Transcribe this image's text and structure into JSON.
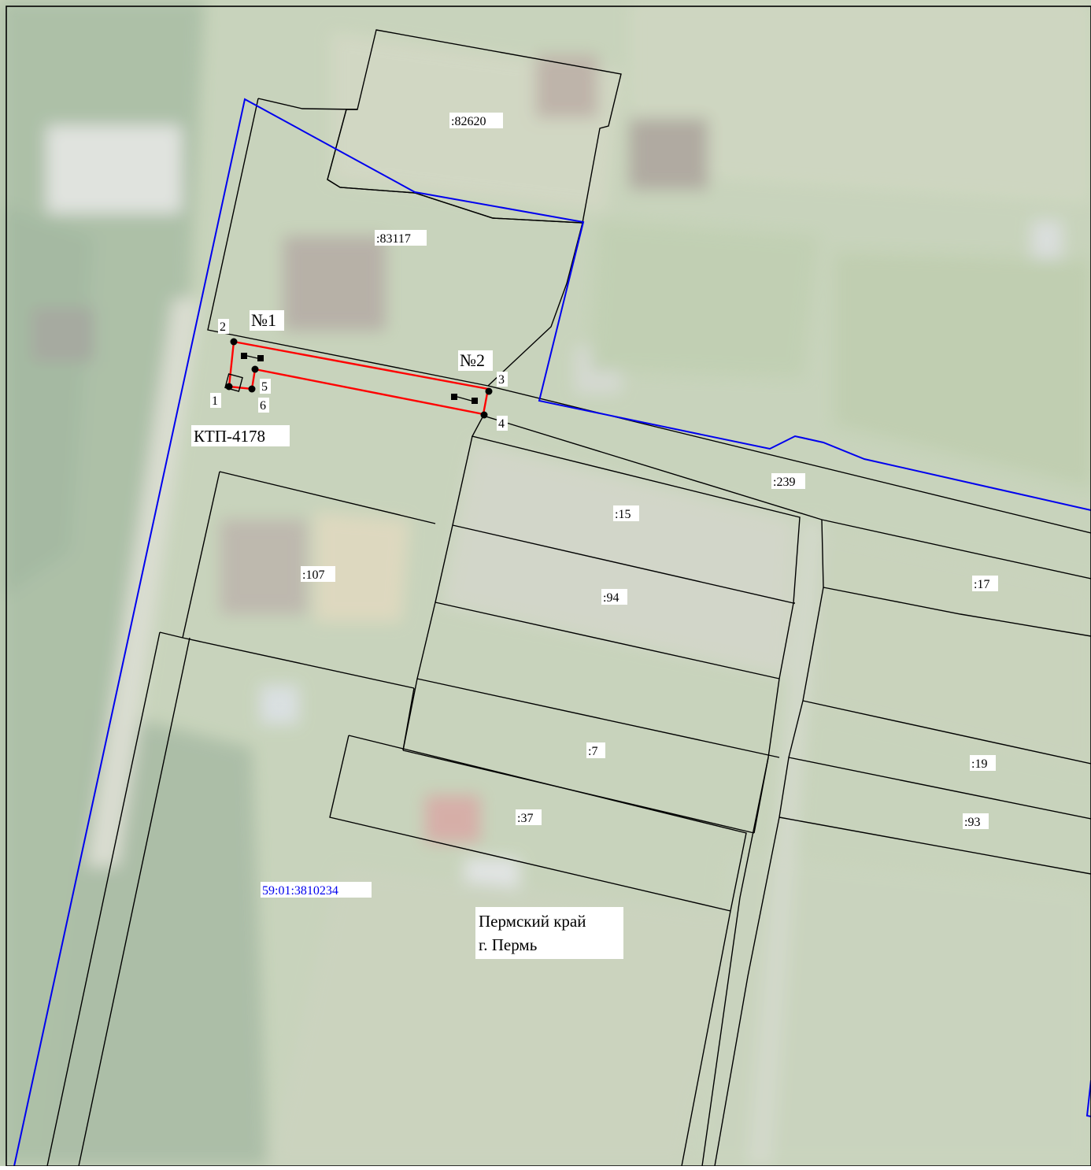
{
  "map": {
    "region_label_line1": "Пермский край",
    "region_label_line2": "г. Пермь",
    "quarter_number": "59:01:3810234",
    "substation_label": "КТП-4178",
    "section_labels": [
      "№1",
      "№2"
    ],
    "point_numbers": [
      "1",
      "2",
      "3",
      "4",
      "5",
      "6"
    ],
    "parcel_labels": [
      ":82620",
      ":83117",
      ":239",
      ":15",
      ":107",
      ":94",
      ":17",
      ":7",
      ":19",
      ":37",
      ":93"
    ],
    "colors": {
      "parcel_border": "#000000",
      "quarter_boundary": "#0000ee",
      "planned_object": "#ff0000",
      "label_background": "#ffffff"
    }
  }
}
